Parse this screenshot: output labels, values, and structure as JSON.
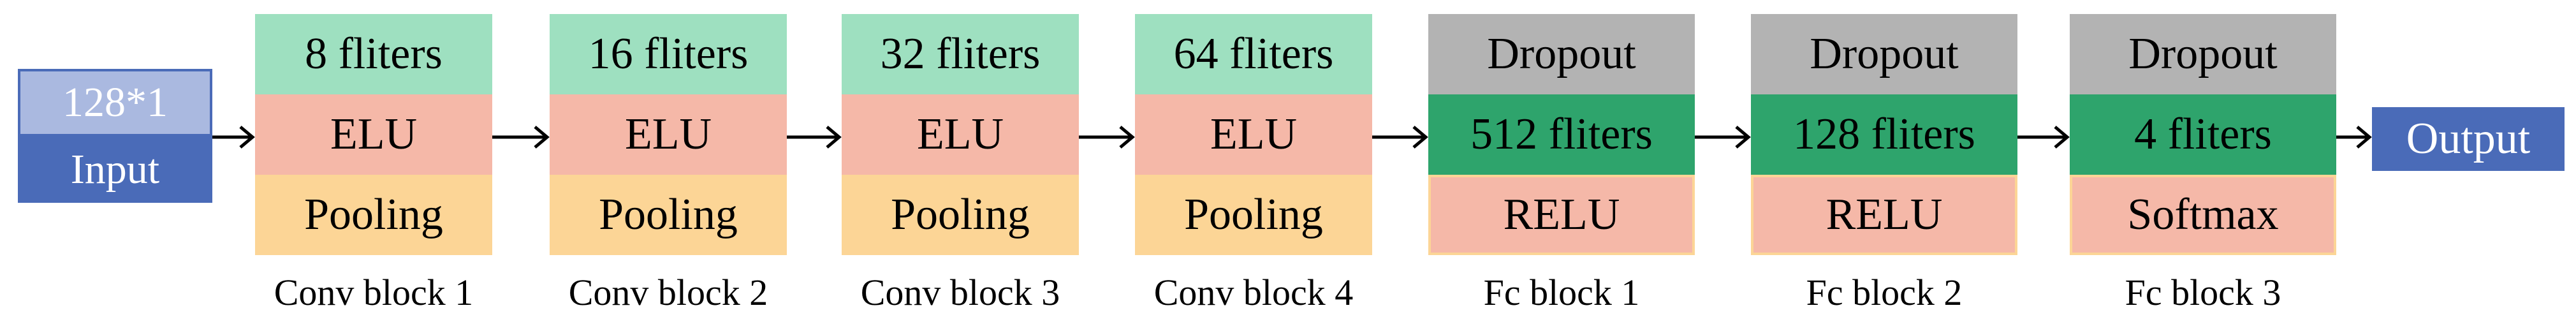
{
  "colors": {
    "teal_light": "#9ee0c0",
    "salmon": "#f5b8a8",
    "peach": "#fcd596",
    "gray": "#b3b3b3",
    "green": "#2ea46c",
    "blue": "#4a6bb8",
    "blue_light": "#aab9e0"
  },
  "input": {
    "top_label": "128*1",
    "bottom_label": "Input"
  },
  "output": {
    "label": "Output"
  },
  "conv_blocks": [
    {
      "filters": "8 fliters",
      "activation": "ELU",
      "pool": "Pooling",
      "caption": "Conv block 1"
    },
    {
      "filters": "16 fliters",
      "activation": "ELU",
      "pool": "Pooling",
      "caption": "Conv block 2"
    },
    {
      "filters": "32 fliters",
      "activation": "ELU",
      "pool": "Pooling",
      "caption": "Conv block 3"
    },
    {
      "filters": "64 fliters",
      "activation": "ELU",
      "pool": "Pooling",
      "caption": "Conv block 4"
    }
  ],
  "fc_blocks": [
    {
      "dropout": "Dropout",
      "filters": "512 fliters",
      "activation": "RELU",
      "caption": "Fc block 1"
    },
    {
      "dropout": "Dropout",
      "filters": "128 fliters",
      "activation": "RELU",
      "caption": "Fc block 2"
    },
    {
      "dropout": "Dropout",
      "filters": "4 fliters",
      "activation": "Softmax",
      "caption": "Fc block 3"
    }
  ]
}
